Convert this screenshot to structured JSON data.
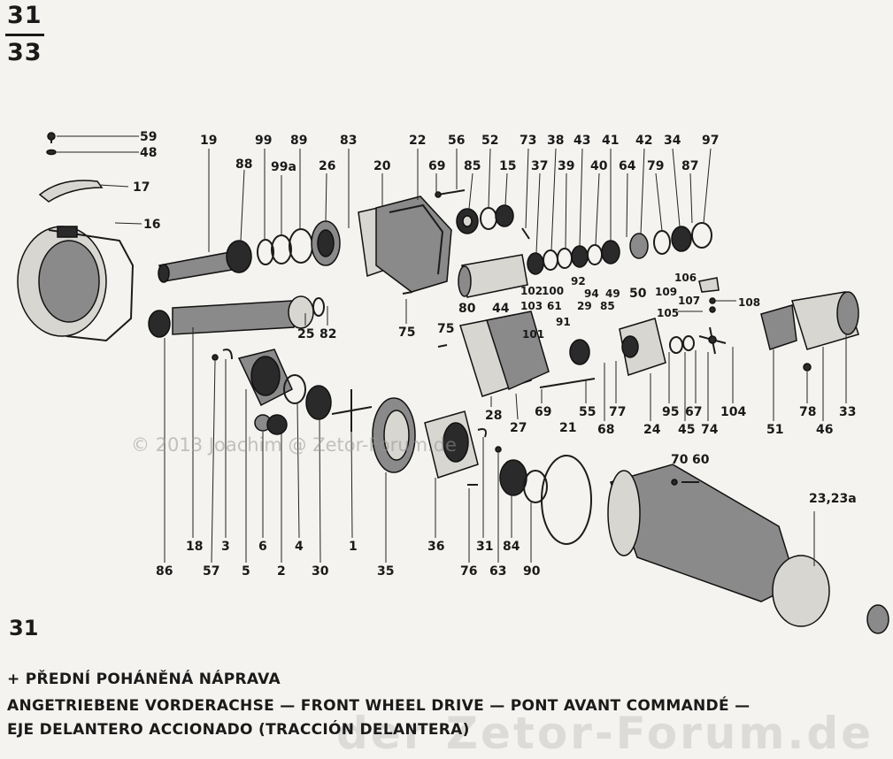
{
  "header": {
    "top": "31",
    "bottom": "33"
  },
  "figure_number": "31",
  "caption": {
    "line1": "+ PŘEDNÍ POHÁNĚNÁ NÁPRAVA",
    "line2": "ANGETRIEBENE VORDERACHSE — FRONT WHEEL DRIVE — PONT AVANT COMMANDÉ —",
    "line3": "EJE DELANTERO ACCIONADO (TRACCIÓN DELANTERA)"
  },
  "watermark": "© 2013 Joachim @ Zetor-Forum.de",
  "watermark_large": "der Zetor-Forum.de",
  "labels": [
    {
      "id": "59",
      "text": "59"
    },
    {
      "id": "48",
      "text": "48"
    },
    {
      "id": "17",
      "text": "17"
    },
    {
      "id": "16",
      "text": "16"
    },
    {
      "id": "19",
      "text": "19"
    },
    {
      "id": "88",
      "text": "88"
    },
    {
      "id": "99",
      "text": "99"
    },
    {
      "id": "99a",
      "text": "99a"
    },
    {
      "id": "89",
      "text": "89"
    },
    {
      "id": "26",
      "text": "26"
    },
    {
      "id": "83",
      "text": "83"
    },
    {
      "id": "20",
      "text": "20"
    },
    {
      "id": "22",
      "text": "22"
    },
    {
      "id": "69a",
      "text": "69"
    },
    {
      "id": "56",
      "text": "56"
    },
    {
      "id": "85",
      "text": "85"
    },
    {
      "id": "52",
      "text": "52"
    },
    {
      "id": "15",
      "text": "15"
    },
    {
      "id": "73",
      "text": "73"
    },
    {
      "id": "37",
      "text": "37"
    },
    {
      "id": "38",
      "text": "38"
    },
    {
      "id": "39",
      "text": "39"
    },
    {
      "id": "43",
      "text": "43"
    },
    {
      "id": "40",
      "text": "40"
    },
    {
      "id": "41",
      "text": "41"
    },
    {
      "id": "64",
      "text": "64"
    },
    {
      "id": "42",
      "text": "42"
    },
    {
      "id": "79",
      "text": "79"
    },
    {
      "id": "34",
      "text": "34"
    },
    {
      "id": "87",
      "text": "87"
    },
    {
      "id": "97",
      "text": "97"
    },
    {
      "id": "25",
      "text": "25"
    },
    {
      "id": "82",
      "text": "82"
    },
    {
      "id": "75a",
      "text": "75"
    },
    {
      "id": "75b",
      "text": "75"
    },
    {
      "id": "80",
      "text": "80"
    },
    {
      "id": "44",
      "text": "44"
    },
    {
      "id": "102",
      "text": "102"
    },
    {
      "id": "103",
      "text": "103"
    },
    {
      "id": "100",
      "text": "100"
    },
    {
      "id": "61",
      "text": "61"
    },
    {
      "id": "92",
      "text": "92"
    },
    {
      "id": "94",
      "text": "94"
    },
    {
      "id": "29",
      "text": "29"
    },
    {
      "id": "85b",
      "text": "85"
    },
    {
      "id": "101",
      "text": "101"
    },
    {
      "id": "91",
      "text": "91"
    },
    {
      "id": "49",
      "text": "49"
    },
    {
      "id": "50",
      "text": "50"
    },
    {
      "id": "106",
      "text": "106"
    },
    {
      "id": "109",
      "text": "109"
    },
    {
      "id": "107",
      "text": "107"
    },
    {
      "id": "108",
      "text": "108"
    },
    {
      "id": "105",
      "text": "105"
    },
    {
      "id": "28",
      "text": "28"
    },
    {
      "id": "69b",
      "text": "69"
    },
    {
      "id": "55",
      "text": "55"
    },
    {
      "id": "77",
      "text": "77"
    },
    {
      "id": "68",
      "text": "68"
    },
    {
      "id": "24",
      "text": "24"
    },
    {
      "id": "95",
      "text": "95"
    },
    {
      "id": "67",
      "text": "67"
    },
    {
      "id": "45",
      "text": "45"
    },
    {
      "id": "74",
      "text": "74"
    },
    {
      "id": "104",
      "text": "104"
    },
    {
      "id": "51",
      "text": "51"
    },
    {
      "id": "78",
      "text": "78"
    },
    {
      "id": "46",
      "text": "46"
    },
    {
      "id": "33",
      "text": "33"
    },
    {
      "id": "27",
      "text": "27"
    },
    {
      "id": "21",
      "text": "21"
    },
    {
      "id": "70",
      "text": "70"
    },
    {
      "id": "60",
      "text": "60"
    },
    {
      "id": "23",
      "text": "23,23a"
    },
    {
      "id": "86",
      "text": "86"
    },
    {
      "id": "18",
      "text": "18"
    },
    {
      "id": "57",
      "text": "57"
    },
    {
      "id": "3",
      "text": "3"
    },
    {
      "id": "5",
      "text": "5"
    },
    {
      "id": "6",
      "text": "6"
    },
    {
      "id": "2",
      "text": "2"
    },
    {
      "id": "4",
      "text": "4"
    },
    {
      "id": "30",
      "text": "30"
    },
    {
      "id": "1",
      "text": "1"
    },
    {
      "id": "35",
      "text": "35"
    },
    {
      "id": "36",
      "text": "36"
    },
    {
      "id": "76",
      "text": "76"
    },
    {
      "id": "31b",
      "text": "31"
    },
    {
      "id": "63",
      "text": "63"
    },
    {
      "id": "84",
      "text": "84"
    },
    {
      "id": "90",
      "text": "90"
    }
  ]
}
